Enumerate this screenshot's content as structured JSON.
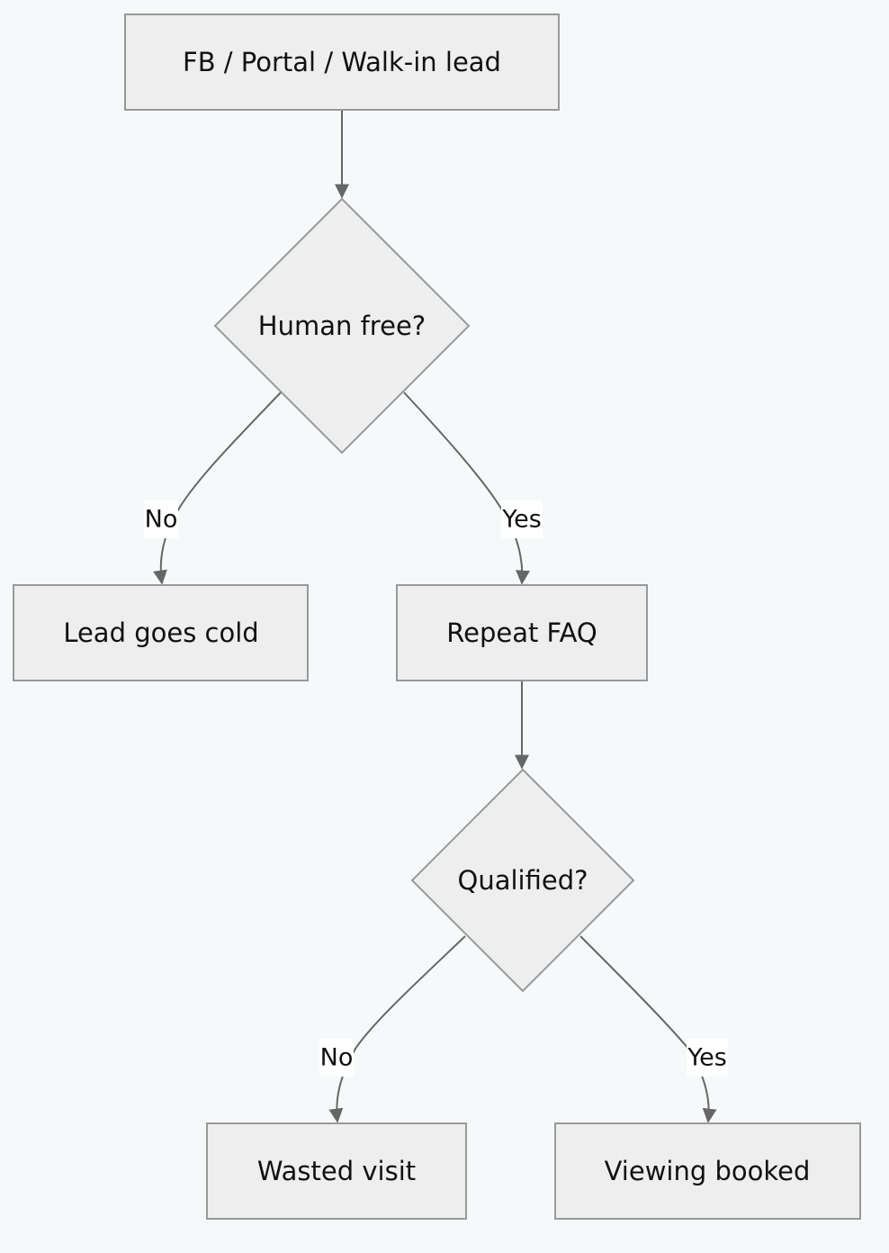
{
  "nodes": {
    "lead_source": "FB / Portal / Walk-in lead",
    "human_free": "Human free?",
    "lead_cold": "Lead goes cold",
    "repeat_faq": "Repeat FAQ",
    "qualified": "Qualified?",
    "wasted_visit": "Wasted visit",
    "viewing_booked": "Viewing booked"
  },
  "edges": {
    "human_free_no": "No",
    "human_free_yes": "Yes",
    "qualified_no": "No",
    "qualified_yes": "Yes"
  },
  "colors": {
    "background": "#f6f9fa",
    "node_fill": "#eeeeee",
    "node_stroke": "#999999",
    "edge": "#666666"
  }
}
